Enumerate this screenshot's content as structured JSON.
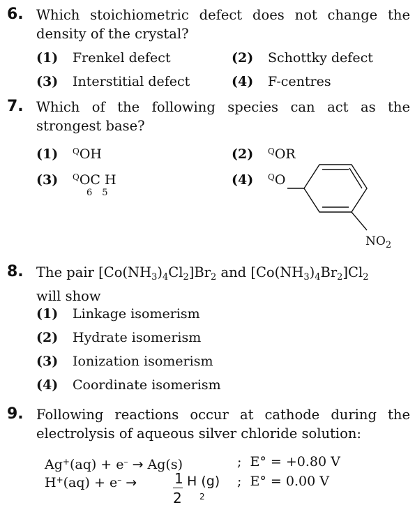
{
  "q6": {
    "number": "6.",
    "text": "Which stoichiometric defect does not change the density of the crystal?",
    "options": [
      {
        "n": "(1)",
        "t": "Frenkel defect"
      },
      {
        "n": "(2)",
        "t": "Schottky defect"
      },
      {
        "n": "(3)",
        "t": "Interstitial defect"
      },
      {
        "n": "(4)",
        "t": "F-centres"
      }
    ]
  },
  "q7": {
    "number": "7.",
    "text": "Which of the following species can act as the strongest base?",
    "options": [
      {
        "n": "(1)",
        "charge": "Q",
        "t": "OH"
      },
      {
        "n": "(2)",
        "charge": "Q",
        "t": "OR"
      },
      {
        "n": "(3)",
        "charge": "Q",
        "t": "OC H",
        "sub6": "6",
        "sub5": "5"
      },
      {
        "n": "(4)",
        "charge": "Q",
        "t": "O",
        "group": "NO",
        "group_sub": "2"
      }
    ]
  },
  "q8": {
    "number": "8.",
    "text_a": "The pair [Co(NH",
    "s1": "3",
    "t2": ")",
    "s2": "4",
    "t3": "Cl",
    "s3": "2",
    "t4": "]Br",
    "s4": "2",
    "t5": " and [Co(NH",
    "s5": "3",
    "t6": ")",
    "s6": "4",
    "t7": "Br",
    "s7": "2",
    "t8": "]Cl",
    "s8": "2",
    "line2": "will show",
    "options": [
      {
        "n": "(1)",
        "t": "Linkage isomerism"
      },
      {
        "n": "(2)",
        "t": "Hydrate isomerism"
      },
      {
        "n": "(3)",
        "t": "Ionization isomerism"
      },
      {
        "n": "(4)",
        "t": "Coordinate isomerism"
      }
    ]
  },
  "q9": {
    "number": "9.",
    "text": "Following reactions occur at cathode during the electrolysis of aqueous silver chloride solution:",
    "eq1_left": "Ag",
    "eq1_plus": "+",
    "eq1_mid": "(aq) + e",
    "eq1_minus": "–",
    "eq1_arrow": "→",
    "eq1_right": "Ag(s)",
    "eq1_semi": ";",
    "eq1_E": "E° = +0.80 V",
    "eq2_left": "H",
    "eq2_plus": "+",
    "eq2_mid": "(aq) + e",
    "eq2_minus": "–",
    "eq2_arrow": "→",
    "eq2_num": "1",
    "eq2_den": "2",
    "eq2_right": "H (g)",
    "eq2_sub": "2",
    "eq2_semi": ";",
    "eq2_E": "E° = 0.00 V"
  }
}
